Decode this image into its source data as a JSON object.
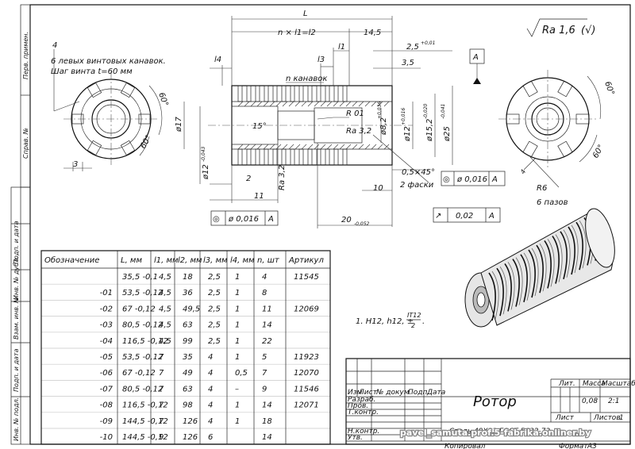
{
  "roughness": {
    "symbol": "Ra 1,6",
    "paren": "(√)"
  },
  "side_margin": [
    "Перв. примен.",
    "Справ. №",
    "Подп. и дата",
    "Инв. № дубл.",
    "Взам. инв. №",
    "Подп. и дата",
    "Инв. № подл."
  ],
  "note_left": {
    "num": "4",
    "line1": "6 левых винтовых канавок.",
    "line2": "Шаг винта t=60 мм"
  },
  "dims": {
    "L": "L",
    "nl": "n × l1=l2",
    "d145": "14,5",
    "d25": "2,5",
    "d25_tol": "+0,01",
    "l1": "l1",
    "l3": "l3",
    "l4": "l4",
    "d35": "3,5",
    "datumA": "A",
    "n_grooves": "n канавок",
    "d17": "ø17",
    "ang15": "15°",
    "r01": "R 01",
    "ra32": "Ra 3,2",
    "d82": "ø8,2",
    "d82_tol": "+0,036",
    "d12i": "ø12",
    "d12i_tol": "+0,016",
    "d152": "ø15,2",
    "d152_tol": "-0,020",
    "d25o": "ø25",
    "d25o_tol": "-0,041",
    "d12o": "ø12",
    "d12o_tol": "-0,043",
    "d2": "2",
    "ra32b": "Ra 3,2",
    "d11": "11",
    "d05": "0,5×45°",
    "d10": "10",
    "chamfers": "2 фаски",
    "d20": "20",
    "d20_tol": "-0,052",
    "d3": "3",
    "ang60a": "60°",
    "ang60b": "60°",
    "ang60c": "60°",
    "ang60d": "60°",
    "r6": "R6",
    "six": "6 пазов",
    "d4": "4"
  },
  "tolerance_frames": [
    {
      "sym": "◎",
      "val": "ø 0,016",
      "base": "A"
    },
    {
      "sym": "◎",
      "val": "ø 0,016",
      "base": "A"
    },
    {
      "sym": "↗",
      "val": "0,02",
      "base": "A"
    }
  ],
  "table": {
    "headers": [
      "Обозначение",
      "L, мм",
      "l1, мм",
      "l2, мм",
      "l3, мм",
      "l4, мм",
      "n, шт",
      "Артикул"
    ],
    "rows": [
      [
        "",
        "35,5 -0,1",
        "4,5",
        "18",
        "2,5",
        "1",
        "4",
        "11545"
      ],
      [
        "-01",
        "53,5 -0,12",
        "4,5",
        "36",
        "2,5",
        "1",
        "8",
        ""
      ],
      [
        "-02",
        "67 -0,12",
        "4,5",
        "49,5",
        "2,5",
        "1",
        "11",
        "12069"
      ],
      [
        "-03",
        "80,5 -0,12",
        "4,5",
        "63",
        "2,5",
        "1",
        "14",
        ""
      ],
      [
        "-04",
        "116,5 -0,12",
        "4,5",
        "99",
        "2,5",
        "1",
        "22",
        ""
      ],
      [
        "-05",
        "53,5 -0,12",
        "7",
        "35",
        "4",
        "1",
        "5",
        "11923"
      ],
      [
        "-06",
        "67 -0,12",
        "7",
        "49",
        "4",
        "0,5",
        "7",
        "12070"
      ],
      [
        "-07",
        "80,5 -0,12",
        "7",
        "63",
        "4",
        "–",
        "9",
        "11546"
      ],
      [
        "-08",
        "116,5 -0,12",
        "7",
        "98",
        "4",
        "1",
        "14",
        "12071"
      ],
      [
        "-09",
        "144,5 -0,12",
        "7",
        "126",
        "4",
        "1",
        "18",
        ""
      ],
      [
        "-10",
        "144,5 -0,12",
        "9",
        "126",
        "6",
        "",
        "14",
        ""
      ]
    ]
  },
  "note_tol": {
    "prefix": "1. H12, h12, ±",
    "num": "IT12",
    "den": "2",
    "end": "."
  },
  "titleblock": {
    "name": "Ротор",
    "cols": [
      "Изм",
      "Лист",
      "№ докум.",
      "Подп.",
      "Дата"
    ],
    "roles": [
      "Разраб.",
      "Пров.",
      "Т.контр.",
      "",
      "Н.контр.",
      "Утв."
    ],
    "lit": "Лит.",
    "mass": "Масса",
    "scale": "Масштаб",
    "mass_val": "0,08",
    "scale_val": "2:1",
    "sheet": "Лист",
    "sheets": "Листов",
    "sheets_val": "1",
    "material": "Сталь 40Х13 ГОСТ 5632-72",
    "copied": "Копировал",
    "format": "Формат",
    "format_val": "А3"
  },
  "watermark": "pavel_samuta.prof.5-fabrika.onliner.by"
}
